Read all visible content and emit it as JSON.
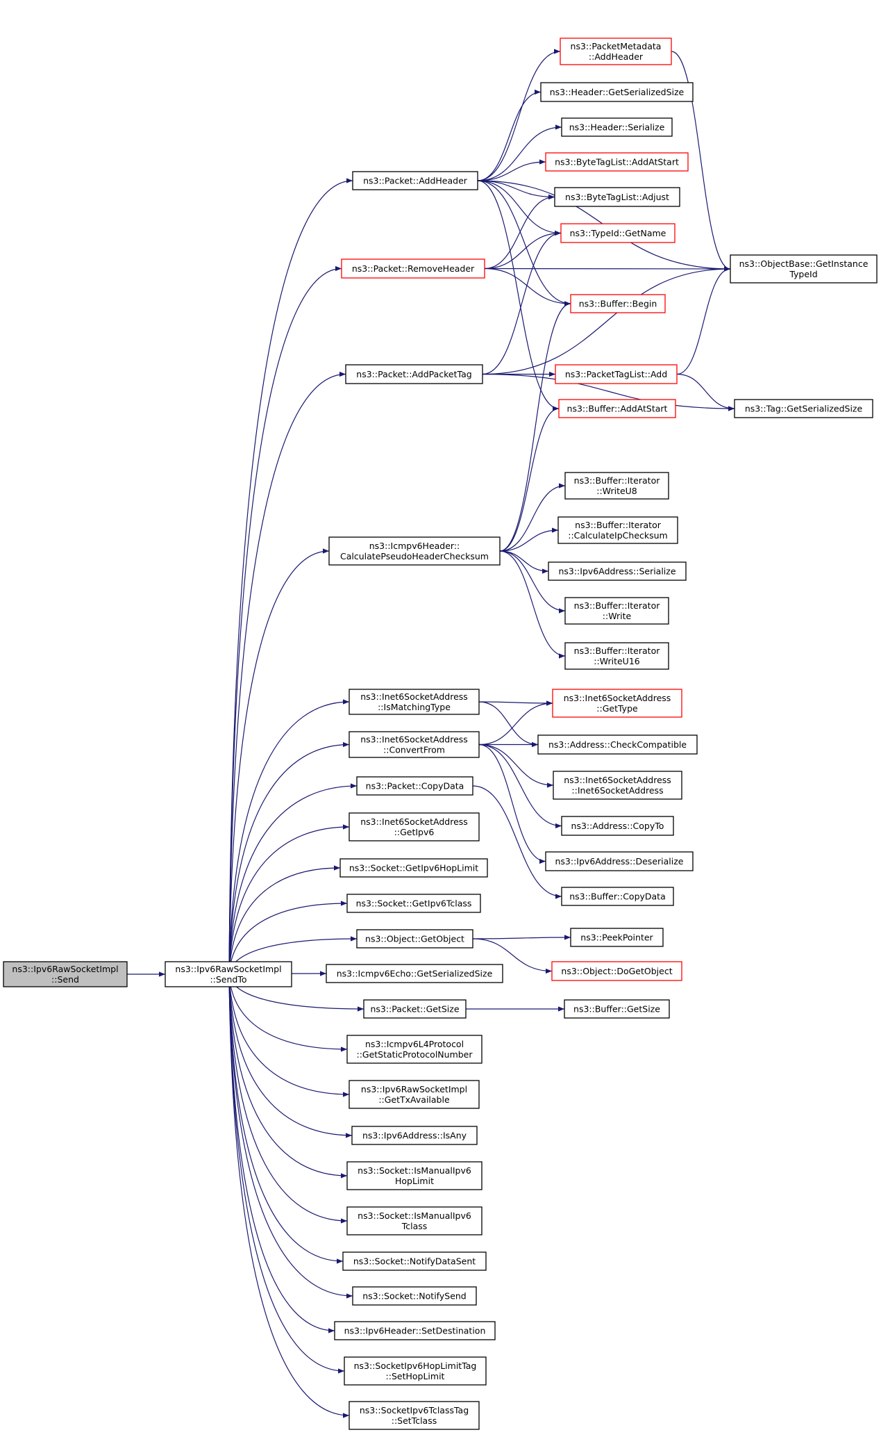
{
  "colors": {
    "edge": "#191970",
    "root_fill": "#bfbfbf",
    "red_border": "#ff0000",
    "black_border": "#000000"
  },
  "nodes": [
    {
      "id": "send",
      "lines": [
        "ns3::Ipv6RawSocketImpl",
        "::Send"
      ],
      "style": "root"
    },
    {
      "id": "sendto",
      "lines": [
        "ns3::Ipv6RawSocketImpl",
        "::SendTo"
      ],
      "style": "black"
    },
    {
      "id": "addheader",
      "lines": [
        "ns3::Packet::AddHeader"
      ],
      "style": "black"
    },
    {
      "id": "removeheader",
      "lines": [
        "ns3::Packet::RemoveHeader"
      ],
      "style": "red"
    },
    {
      "id": "addpackettag",
      "lines": [
        "ns3::Packet::AddPacketTag"
      ],
      "style": "black"
    },
    {
      "id": "pseudo",
      "lines": [
        "ns3::Icmpv6Header::",
        "CalculatePseudoHeaderChecksum"
      ],
      "style": "black"
    },
    {
      "id": "ismatching",
      "lines": [
        "ns3::Inet6SocketAddress",
        "::IsMatchingType"
      ],
      "style": "black"
    },
    {
      "id": "convertfrom",
      "lines": [
        "ns3::Inet6SocketAddress",
        "::ConvertFrom"
      ],
      "style": "black"
    },
    {
      "id": "copydata",
      "lines": [
        "ns3::Packet::CopyData"
      ],
      "style": "black"
    },
    {
      "id": "getipv6",
      "lines": [
        "ns3::Inet6SocketAddress",
        "::GetIpv6"
      ],
      "style": "black"
    },
    {
      "id": "gethop",
      "lines": [
        "ns3::Socket::GetIpv6HopLimit"
      ],
      "style": "black"
    },
    {
      "id": "gettclass",
      "lines": [
        "ns3::Socket::GetIpv6Tclass"
      ],
      "style": "black"
    },
    {
      "id": "getobject",
      "lines": [
        "ns3::Object::GetObject"
      ],
      "style": "black"
    },
    {
      "id": "echo",
      "lines": [
        "ns3::Icmpv6Echo::GetSerializedSize"
      ],
      "style": "black"
    },
    {
      "id": "getsize",
      "lines": [
        "ns3::Packet::GetSize"
      ],
      "style": "black"
    },
    {
      "id": "l4",
      "lines": [
        "ns3::Icmpv6L4Protocol",
        "::GetStaticProtocolNumber"
      ],
      "style": "black"
    },
    {
      "id": "txavail",
      "lines": [
        "ns3::Ipv6RawSocketImpl",
        "::GetTxAvailable"
      ],
      "style": "black"
    },
    {
      "id": "isany",
      "lines": [
        "ns3::Ipv6Address::IsAny"
      ],
      "style": "black"
    },
    {
      "id": "manualhop",
      "lines": [
        "ns3::Socket::IsManualIpv6",
        "HopLimit"
      ],
      "style": "black"
    },
    {
      "id": "manualtclass",
      "lines": [
        "ns3::Socket::IsManualIpv6",
        "Tclass"
      ],
      "style": "black"
    },
    {
      "id": "notifydata",
      "lines": [
        "ns3::Socket::NotifyDataSent"
      ],
      "style": "black"
    },
    {
      "id": "notifysend",
      "lines": [
        "ns3::Socket::NotifySend"
      ],
      "style": "black"
    },
    {
      "id": "setdest",
      "lines": [
        "ns3::Ipv6Header::SetDestination"
      ],
      "style": "black"
    },
    {
      "id": "sethoplimit",
      "lines": [
        "ns3::SocketIpv6HopLimitTag",
        "::SetHopLimit"
      ],
      "style": "black"
    },
    {
      "id": "settclass",
      "lines": [
        "ns3::SocketIpv6TclassTag",
        "::SetTclass"
      ],
      "style": "black"
    },
    {
      "id": "pmaddheader",
      "lines": [
        "ns3::PacketMetadata",
        "::AddHeader"
      ],
      "style": "red"
    },
    {
      "id": "hgetser",
      "lines": [
        "ns3::Header::GetSerializedSize"
      ],
      "style": "black"
    },
    {
      "id": "hser",
      "lines": [
        "ns3::Header::Serialize"
      ],
      "style": "black"
    },
    {
      "id": "btaddstart",
      "lines": [
        "ns3::ByteTagList::AddAtStart"
      ],
      "style": "red"
    },
    {
      "id": "btadjust",
      "lines": [
        "ns3::ByteTagList::Adjust"
      ],
      "style": "black"
    },
    {
      "id": "typeidname",
      "lines": [
        "ns3::TypeId::GetName"
      ],
      "style": "red"
    },
    {
      "id": "objbase",
      "lines": [
        "ns3::ObjectBase::GetInstance",
        "TypeId"
      ],
      "style": "black"
    },
    {
      "id": "bufbegin",
      "lines": [
        "ns3::Buffer::Begin"
      ],
      "style": "red"
    },
    {
      "id": "ptladd",
      "lines": [
        "ns3::PacketTagList::Add"
      ],
      "style": "red"
    },
    {
      "id": "bufaddstart",
      "lines": [
        "ns3::Buffer::AddAtStart"
      ],
      "style": "red"
    },
    {
      "id": "taggetser",
      "lines": [
        "ns3::Tag::GetSerializedSize"
      ],
      "style": "black"
    },
    {
      "id": "wu8",
      "lines": [
        "ns3::Buffer::Iterator",
        "::WriteU8"
      ],
      "style": "black"
    },
    {
      "id": "calcip",
      "lines": [
        "ns3::Buffer::Iterator",
        "::CalculateIpChecksum"
      ],
      "style": "black"
    },
    {
      "id": "v6ser",
      "lines": [
        "ns3::Ipv6Address::Serialize"
      ],
      "style": "black"
    },
    {
      "id": "iwrite",
      "lines": [
        "ns3::Buffer::Iterator",
        "::Write"
      ],
      "style": "black"
    },
    {
      "id": "wu16",
      "lines": [
        "ns3::Buffer::Iterator",
        "::WriteU16"
      ],
      "style": "black"
    },
    {
      "id": "gettype",
      "lines": [
        "ns3::Inet6SocketAddress",
        "::GetType"
      ],
      "style": "red"
    },
    {
      "id": "checkcompat",
      "lines": [
        "ns3::Address::CheckCompatible"
      ],
      "style": "black"
    },
    {
      "id": "inet6ctor",
      "lines": [
        "ns3::Inet6SocketAddress",
        "::Inet6SocketAddress"
      ],
      "style": "black"
    },
    {
      "id": "copyto",
      "lines": [
        "ns3::Address::CopyTo"
      ],
      "style": "black"
    },
    {
      "id": "v6deser",
      "lines": [
        "ns3::Ipv6Address::Deserialize"
      ],
      "style": "black"
    },
    {
      "id": "bufcopy",
      "lines": [
        "ns3::Buffer::CopyData"
      ],
      "style": "black"
    },
    {
      "id": "peek",
      "lines": [
        "ns3::PeekPointer"
      ],
      "style": "black"
    },
    {
      "id": "dogetobj",
      "lines": [
        "ns3::Object::DoGetObject"
      ],
      "style": "red"
    },
    {
      "id": "bufgetsize",
      "lines": [
        "ns3::Buffer::GetSize"
      ],
      "style": "black"
    }
  ],
  "edges": [
    [
      "send",
      "sendto"
    ],
    [
      "sendto",
      "addheader"
    ],
    [
      "sendto",
      "removeheader"
    ],
    [
      "sendto",
      "addpackettag"
    ],
    [
      "sendto",
      "pseudo"
    ],
    [
      "sendto",
      "ismatching"
    ],
    [
      "sendto",
      "convertfrom"
    ],
    [
      "sendto",
      "copydata"
    ],
    [
      "sendto",
      "getipv6"
    ],
    [
      "sendto",
      "gethop"
    ],
    [
      "sendto",
      "gettclass"
    ],
    [
      "sendto",
      "getobject"
    ],
    [
      "sendto",
      "echo"
    ],
    [
      "sendto",
      "getsize"
    ],
    [
      "sendto",
      "l4"
    ],
    [
      "sendto",
      "txavail"
    ],
    [
      "sendto",
      "isany"
    ],
    [
      "sendto",
      "manualhop"
    ],
    [
      "sendto",
      "manualtclass"
    ],
    [
      "sendto",
      "notifydata"
    ],
    [
      "sendto",
      "notifysend"
    ],
    [
      "sendto",
      "setdest"
    ],
    [
      "sendto",
      "sethoplimit"
    ],
    [
      "sendto",
      "settclass"
    ],
    [
      "addheader",
      "pmaddheader"
    ],
    [
      "addheader",
      "hgetser"
    ],
    [
      "addheader",
      "hser"
    ],
    [
      "addheader",
      "btaddstart"
    ],
    [
      "addheader",
      "btadjust"
    ],
    [
      "addheader",
      "typeidname"
    ],
    [
      "addheader",
      "objbase"
    ],
    [
      "addheader",
      "bufbegin"
    ],
    [
      "addheader",
      "bufaddstart"
    ],
    [
      "pmaddheader",
      "objbase"
    ],
    [
      "removeheader",
      "btadjust"
    ],
    [
      "removeheader",
      "typeidname"
    ],
    [
      "removeheader",
      "objbase"
    ],
    [
      "removeheader",
      "bufbegin"
    ],
    [
      "addpackettag",
      "typeidname"
    ],
    [
      "addpackettag",
      "objbase"
    ],
    [
      "addpackettag",
      "ptladd"
    ],
    [
      "addpackettag",
      "taggetser"
    ],
    [
      "ptladd",
      "objbase"
    ],
    [
      "ptladd",
      "taggetser"
    ],
    [
      "pseudo",
      "bufbegin"
    ],
    [
      "pseudo",
      "bufaddstart"
    ],
    [
      "pseudo",
      "wu8"
    ],
    [
      "pseudo",
      "calcip"
    ],
    [
      "pseudo",
      "v6ser"
    ],
    [
      "pseudo",
      "iwrite"
    ],
    [
      "pseudo",
      "wu16"
    ],
    [
      "ismatching",
      "gettype"
    ],
    [
      "ismatching",
      "checkcompat"
    ],
    [
      "convertfrom",
      "gettype"
    ],
    [
      "convertfrom",
      "checkcompat"
    ],
    [
      "convertfrom",
      "inet6ctor"
    ],
    [
      "convertfrom",
      "copyto"
    ],
    [
      "convertfrom",
      "v6deser"
    ],
    [
      "copydata",
      "bufcopy"
    ],
    [
      "getobject",
      "peek"
    ],
    [
      "getobject",
      "dogetobj"
    ],
    [
      "getsize",
      "bufgetsize"
    ]
  ]
}
